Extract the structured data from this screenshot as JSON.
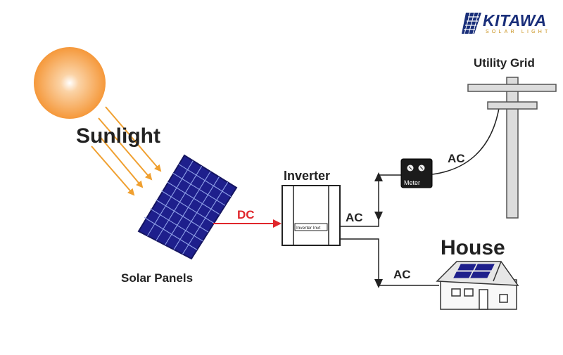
{
  "brand": {
    "name": "KITAWA",
    "tagline": "SOLAR LIGHT",
    "color": "#1a2f7a"
  },
  "labels": {
    "sunlight": "Sunlight",
    "solar_panels": "Solar Panels",
    "inverter": "Inverter",
    "inverter_plate": "Inverter Invt",
    "dc": "DC",
    "ac_inverter": "AC",
    "ac_house": "AC",
    "ac_grid": "AC",
    "meter": "Meter",
    "utility_grid": "Utility Grid",
    "house": "House"
  },
  "colors": {
    "sun": "#f5a04a",
    "rays": "#f0a030",
    "panel": "#1e1f8c",
    "dc_arrow": "#e0262b",
    "line": "#222222"
  },
  "icons": {
    "sun": "sun-icon",
    "panel": "solar-panel-icon",
    "inverter": "inverter-icon",
    "meter": "meter-icon",
    "pole": "utility-pole-icon",
    "house": "house-icon"
  }
}
